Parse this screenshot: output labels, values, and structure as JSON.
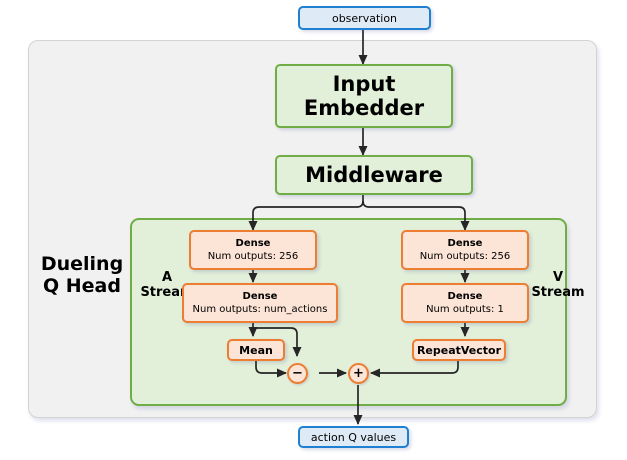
{
  "diagram": {
    "title_label": "Dueling Q Head",
    "input_node": {
      "label": "observation"
    },
    "output_node": {
      "label": "action Q values"
    },
    "trunk": [
      {
        "label": "Input Embedder"
      },
      {
        "label": "Middleware"
      }
    ],
    "streams": {
      "advantage": {
        "label_line1": "A",
        "label_line2": "Stream",
        "layers": [
          {
            "title": "Dense",
            "sub": "Num outputs: 256"
          },
          {
            "title": "Dense",
            "sub": "Num outputs: num_actions"
          }
        ],
        "reduce_node": {
          "title": "Mean"
        }
      },
      "value": {
        "label_line1": "V",
        "label_line2": "Stream",
        "layers": [
          {
            "title": "Dense",
            "sub": "Num outputs: 256"
          },
          {
            "title": "Dense",
            "sub": "Num outputs: 1"
          }
        ],
        "expand_node": {
          "title": "RepeatVector"
        }
      }
    },
    "operators": [
      {
        "name": "subtract",
        "symbol": "−"
      },
      {
        "name": "add",
        "symbol": "+"
      }
    ],
    "colors": {
      "io_border": "#1f7fd0",
      "io_fill": "#deebf7",
      "block_border": "#70ad47",
      "block_fill": "#e2efd9",
      "layer_border": "#ed7d31",
      "layer_fill": "#fce4d6",
      "panel_fill": "#f1f1f1",
      "wire": "#262626"
    }
  }
}
